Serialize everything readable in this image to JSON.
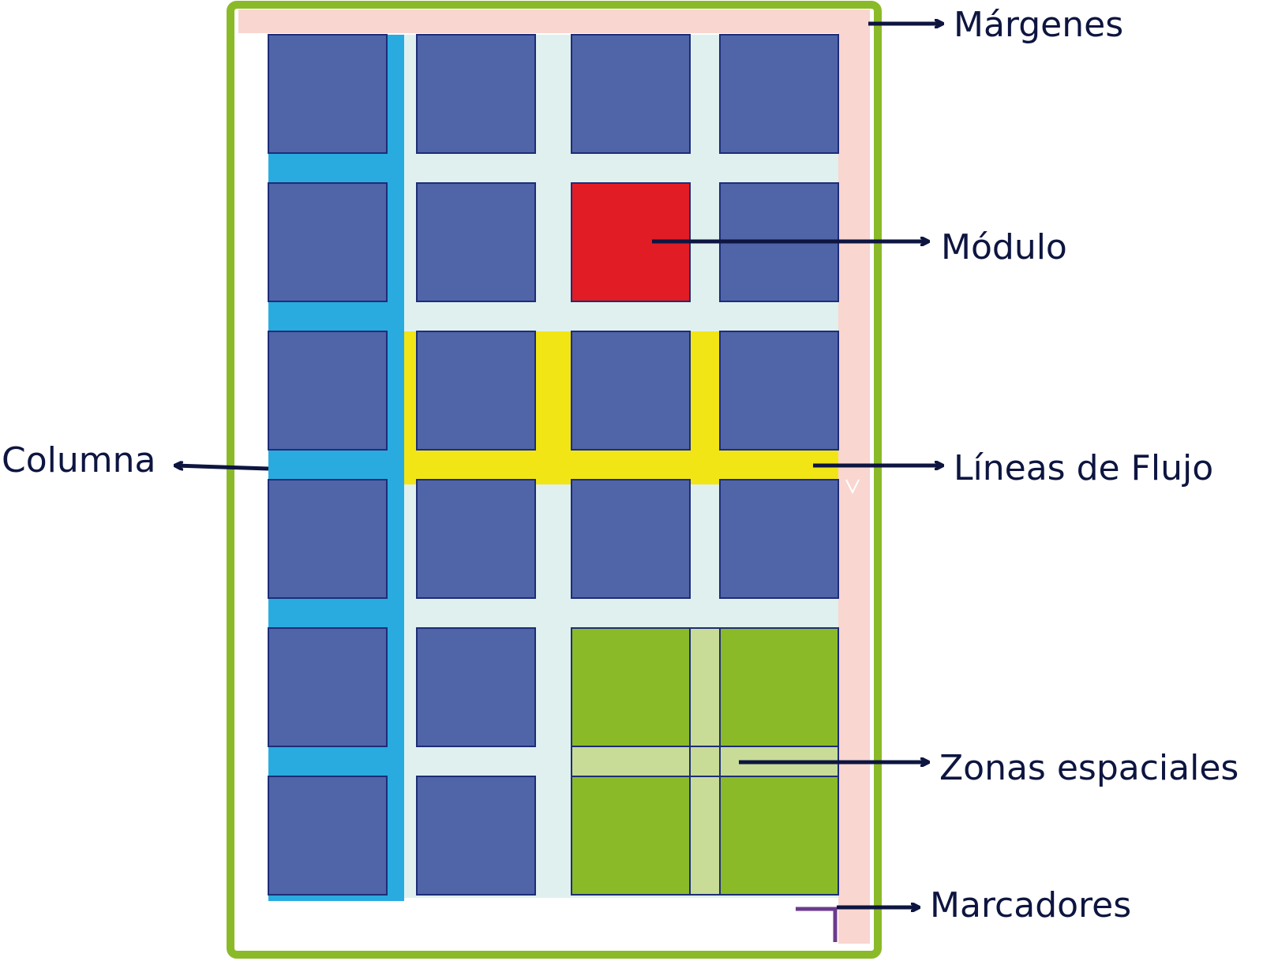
{
  "labels": {
    "margenes": "Márgenes",
    "modulo": "Módulo",
    "columna": "Columna",
    "lineas_de_flujo": "Líneas de Flujo",
    "zonas_espaciales": "Zonas espaciales",
    "marcadores": "Marcadores"
  },
  "colors": {
    "page_border": "#8bba29",
    "margin": "#f9d6d0",
    "grid_background": "#e0f0ee",
    "module": "#5064a8",
    "module_stroke": "#1d2d78",
    "highlight_module": "#e21c24",
    "column": "#29abe0",
    "flow_line": "#f2e516",
    "spatial_zone": "#8bba29",
    "spatial_zone_gutter": "#c8dc98",
    "marker": "#6b3b8e",
    "arrow": "#0d1540"
  }
}
